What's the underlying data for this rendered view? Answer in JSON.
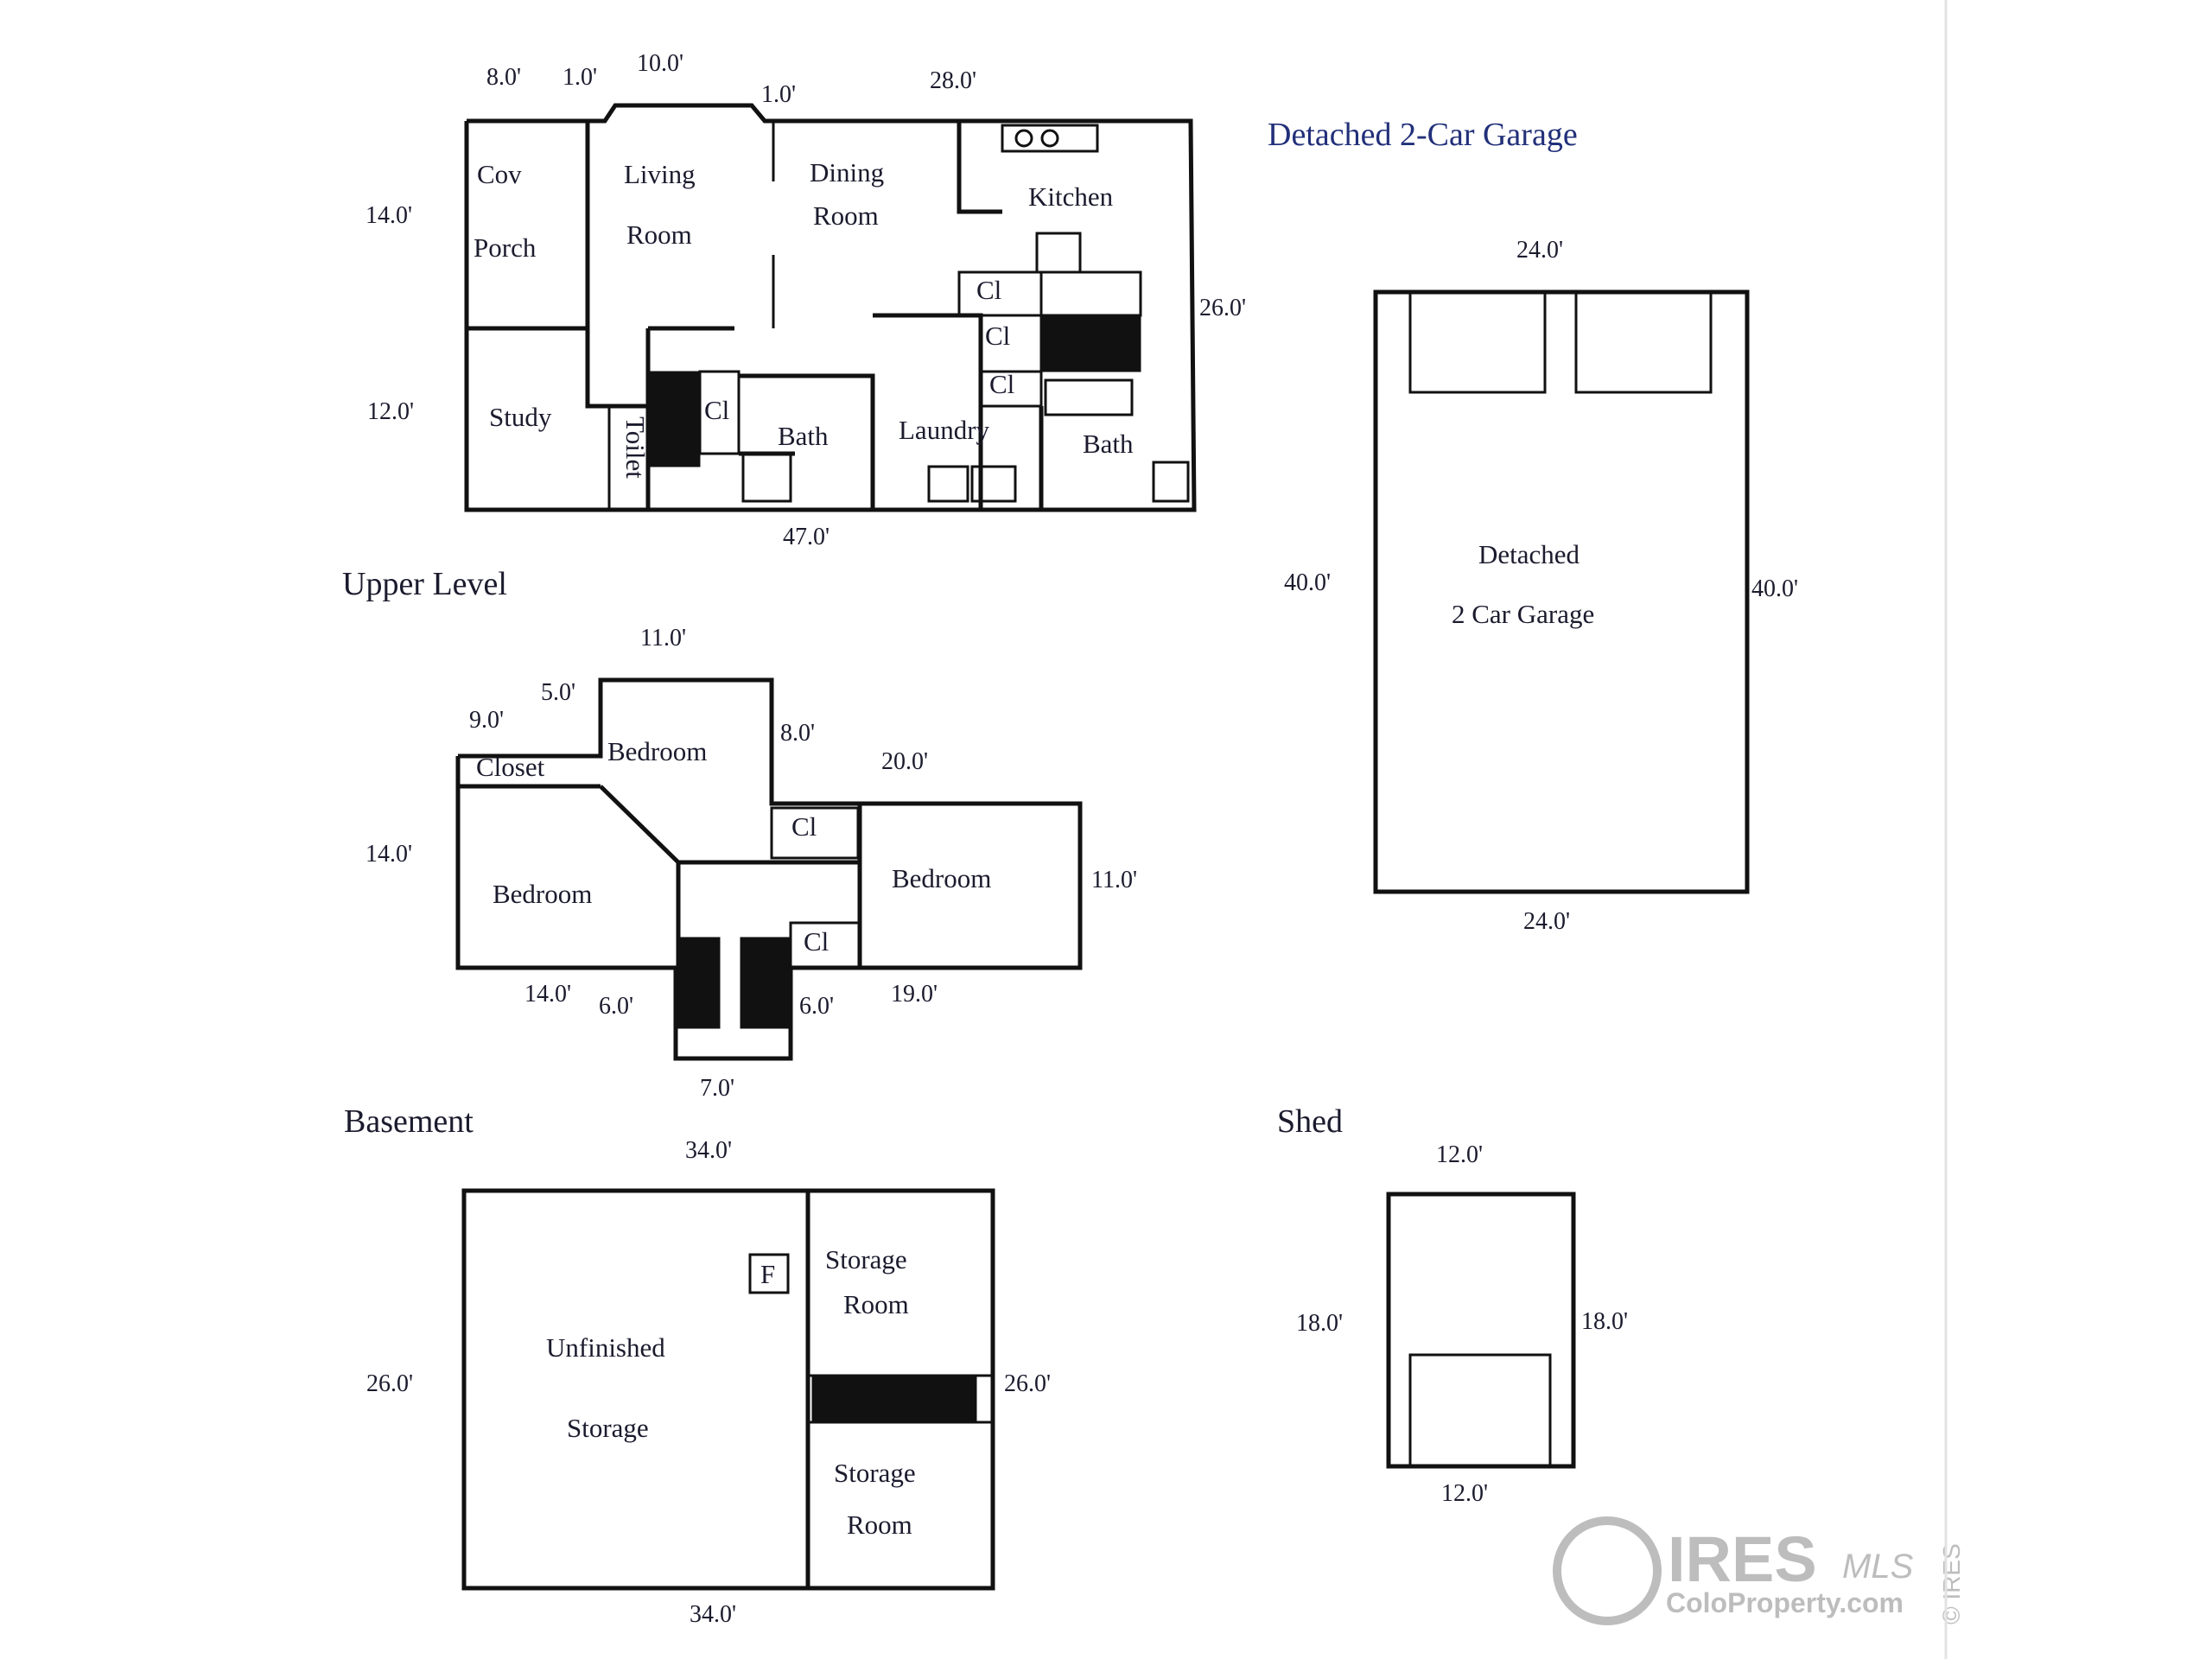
{
  "main_level": {
    "rooms": {
      "cov_porch_1": "Cov",
      "cov_porch_2": "Porch",
      "living_1": "Living",
      "living_2": "Room",
      "dining_1": "Dining",
      "dining_2": "Room",
      "kitchen": "Kitchen",
      "study": "Study",
      "bath_1": "Bath",
      "bath_2": "Bath",
      "laundry": "Laundry",
      "closet_a": "Cl",
      "closet_b": "Cl",
      "closet_c": "Cl",
      "closet_d": "Cl",
      "toilet": "Toilet"
    },
    "dims": {
      "top_porch": "8.0'",
      "top_step1": "1.0'",
      "top_living": "10.0'",
      "top_step2": "1.0'",
      "top_right": "28.0'",
      "left_upper": "14.0'",
      "left_lower": "12.0'",
      "right": "26.0'",
      "bottom": "47.0'"
    }
  },
  "upper_level": {
    "title": "Upper Level",
    "rooms": {
      "closet": "Closet",
      "bedroom_top": "Bedroom",
      "bedroom_left": "Bedroom",
      "bedroom_right": "Bedroom",
      "closet_a": "Cl",
      "closet_b": "Cl"
    },
    "dims": {
      "top": "11.0'",
      "step": "5.0'",
      "closet": "9.0'",
      "bed_top_right": "8.0'",
      "right_wing": "20.0'",
      "left": "14.0'",
      "right": "11.0'",
      "bottom_left": "14.0'",
      "stair_left": "6.0'",
      "stair_right": "6.0'",
      "bottom_right": "19.0'",
      "stair_bottom": "7.0'"
    }
  },
  "basement": {
    "title": "Basement",
    "rooms": {
      "unfinished_1": "Unfinished",
      "unfinished_2": "Storage",
      "storage_top_1": "Storage",
      "storage_top_2": "Room",
      "storage_bottom_1": "Storage",
      "storage_bottom_2": "Room",
      "furnace": "F"
    },
    "dims": {
      "top": "34.0'",
      "left": "26.0'",
      "right": "26.0'",
      "bottom": "34.0'"
    }
  },
  "garage": {
    "title": "Detached 2-Car Garage",
    "label_1": "Detached",
    "label_2": "2 Car Garage",
    "dims": {
      "top": "24.0'",
      "left": "40.0'",
      "right": "40.0'",
      "bottom": "24.0'"
    }
  },
  "shed": {
    "title": "Shed",
    "dims": {
      "top": "12.0'",
      "left": "18.0'",
      "right": "18.0'",
      "bottom": "12.0'"
    }
  },
  "watermark": {
    "brand": "IRES",
    "mls": "MLS",
    "site": "ColoProperty.com",
    "copyright": "© IRES",
    "colors": {
      "logo": "#bdbdbd"
    }
  }
}
